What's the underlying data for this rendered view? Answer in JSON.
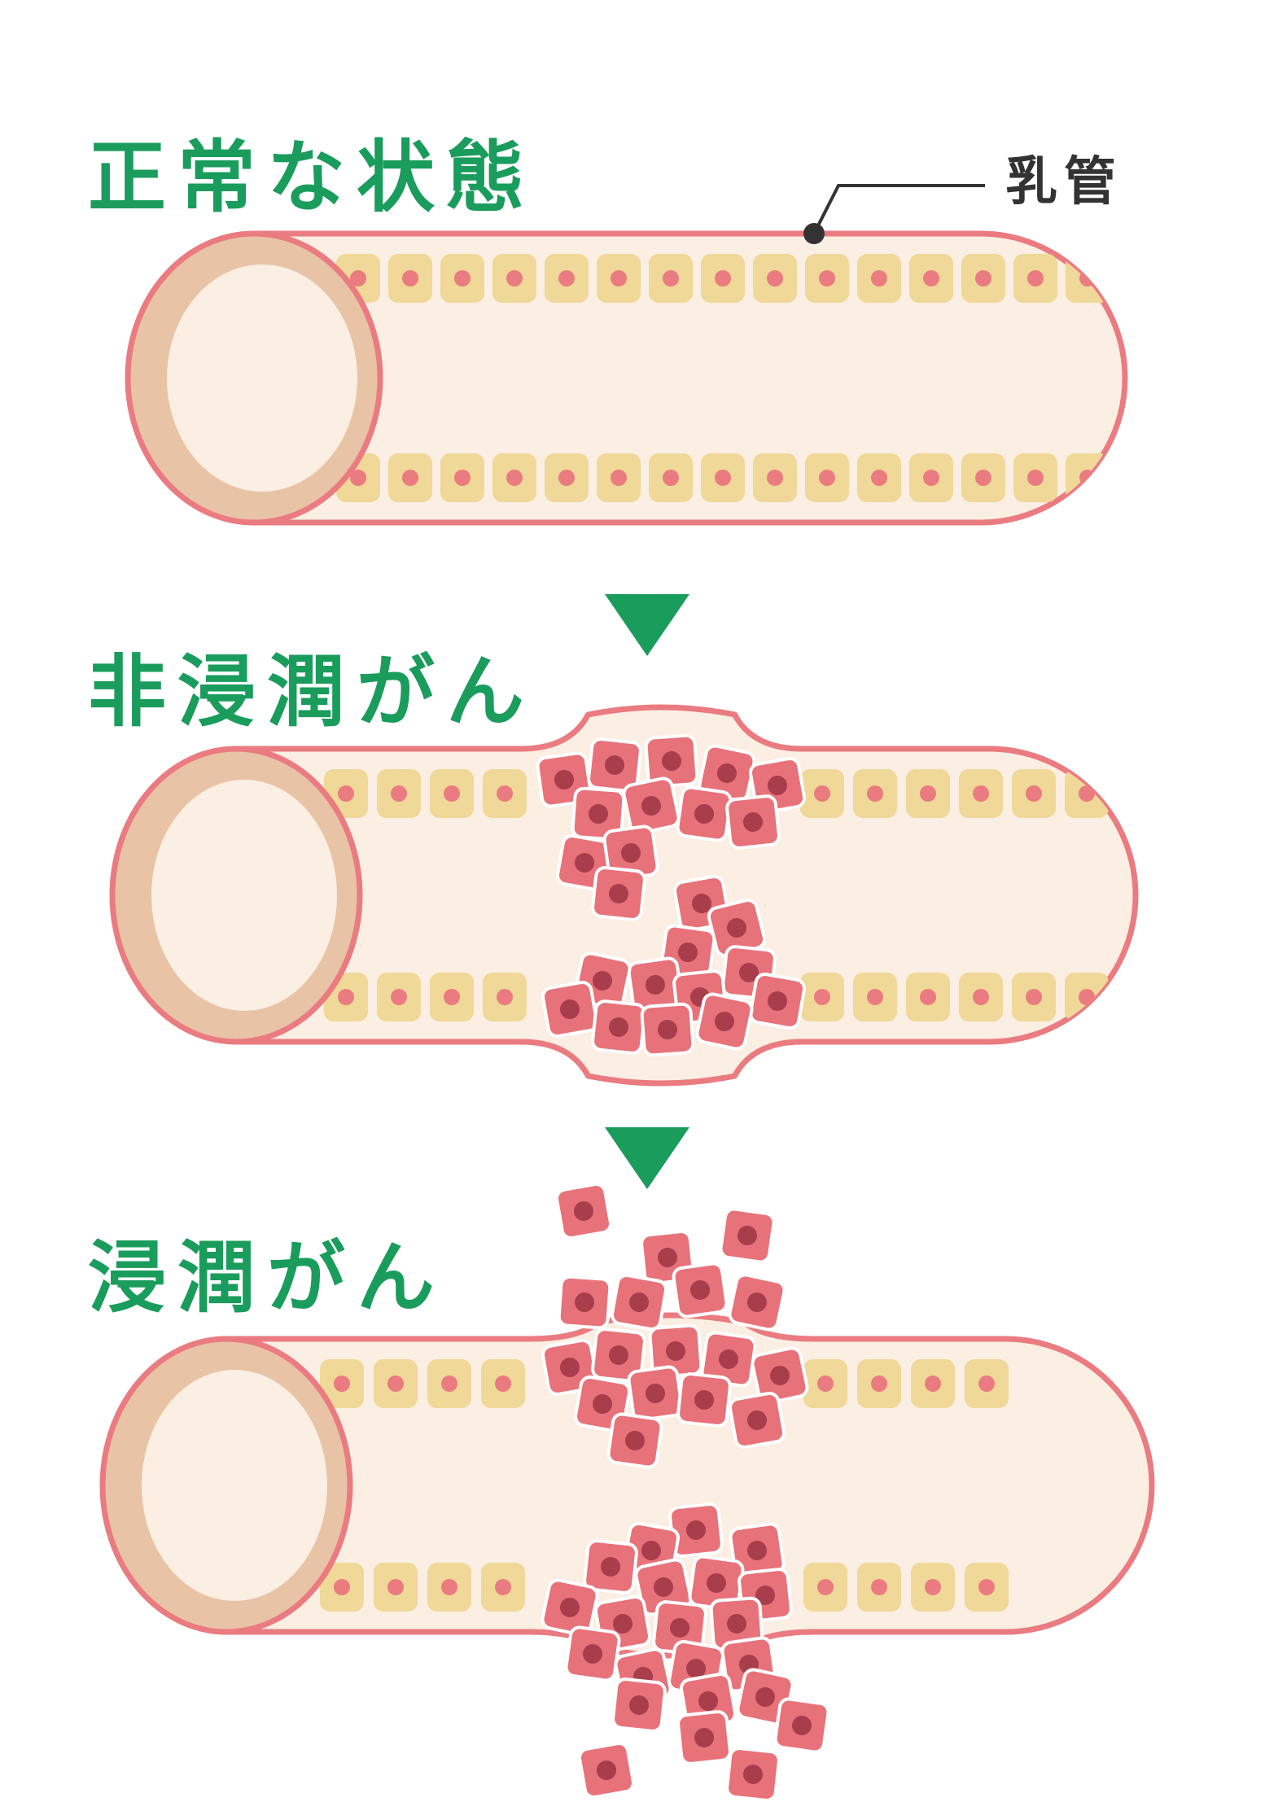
{
  "stages": [
    {
      "title": "正常な状態"
    },
    {
      "title": "非浸潤がん"
    },
    {
      "title": "浸潤がん"
    }
  ],
  "callout": {
    "label": "乳管"
  },
  "colors": {
    "heading_green": "#1a9c5c",
    "duct_outline": "#ea7b80",
    "duct_fill": "#fbeee2",
    "duct_end_fill": "#e8c3a6",
    "cell_yellow": "#efd898",
    "cell_nucleus": "#ea7b80",
    "cancer_cell": "#e8727a",
    "cancer_nucleus": "#a83d4b",
    "arrow_green": "#1a9c5c",
    "callout_line": "#333333"
  },
  "icons": [
    "down-arrow-icon"
  ]
}
